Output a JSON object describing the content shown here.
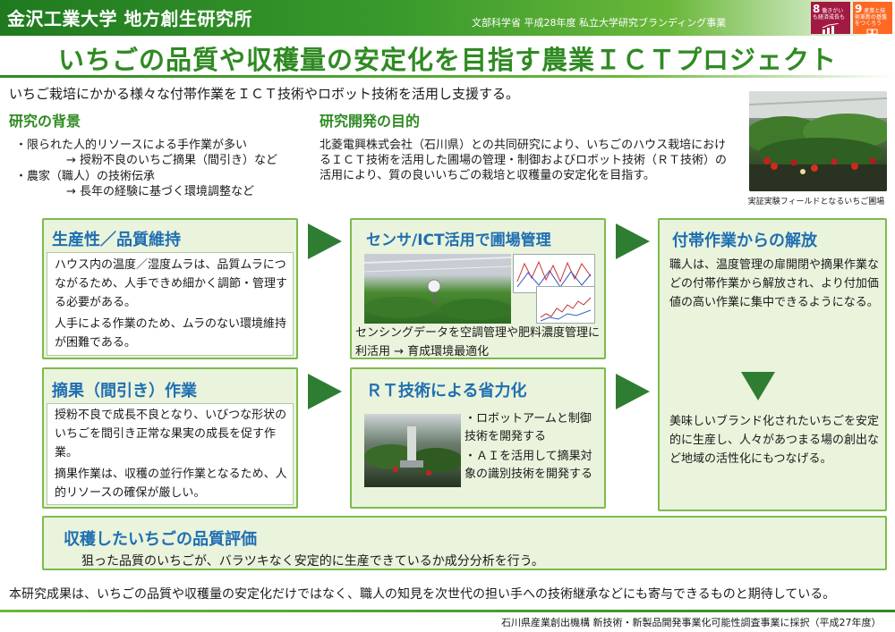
{
  "header": {
    "org_name": "金沢工業大学 地方創生研究所",
    "program": "文部科学省 平成28年度 私立大学研究ブランディング事業",
    "sdg8": {
      "num": "8",
      "text": "働きがいも経済成長も",
      "color": "#a21942"
    },
    "sdg9": {
      "num": "9",
      "text": "産業と技術革新の基盤をつくろう",
      "color": "#fd6925"
    }
  },
  "title": "いちごの品質や収穫量の安定化を目指す農業ＩＣＴプロジェクト",
  "intro": "いちご栽培にかかる様々な付帯作業をＩＣＴ技術やロボット技術を活用し支援する。",
  "background": {
    "heading": "研究の背景",
    "items": [
      {
        "text": "・限られた人的リソースによる手作業が多い",
        "sub": "→ 授粉不良のいちご摘果（間引き）など"
      },
      {
        "text": "・農家（職人）の技術伝承",
        "sub": "→ 長年の経験に基づく環境調整など"
      }
    ]
  },
  "goal": {
    "heading": "研究開発の目的",
    "text": "北菱電興株式会社（石川県）との共同研究により、いちごのハウス栽培におけるＩＣＴ技術を活用した圃場の管理・制御およびロボット技術（ＲＴ技術）の活用により、質の良いいちごの栽培と収穫量の安定化を目指す。"
  },
  "photo_caption": "実証実験フィールドとなるいちご圃場",
  "box_productivity": {
    "heading": "生産性／品質維持",
    "p1": "ハウス内の温度／湿度ムラは、品質ムラにつながるため、人手できめ細かく調節・管理する必要がある。",
    "p2": "人手による作業のため、ムラのない環境維持が困難である。"
  },
  "box_thinning": {
    "heading": "摘果（間引き）作業",
    "p1": "授粉不良で成長不良となり、いびつな形状のいちごを間引き正常な果実の成長を促す作業。",
    "p2": "摘果作業は、収穫の並行作業となるため、人的リソースの確保が厳しい。"
  },
  "box_sensor": {
    "heading": "センサ/ICT活用で圃場管理",
    "text": "センシングデータを空調管理や肥料濃度管理に利活用 → 育成環境最適化"
  },
  "box_rt": {
    "heading": "ＲＴ技術による省力化",
    "items": [
      "・ロボットアームと制御技術を開発する",
      "・ＡＩを活用して摘果対象の識別技術を開発する"
    ]
  },
  "box_release": {
    "heading": "付帯作業からの解放",
    "p1": "職人は、温度管理の扉開閉や摘果作業などの付帯作業から解放され、より付加価値の高い作業に集中できるようになる。",
    "p2": "美味しいブランド化されたいちごを安定的に生産し、人々があつまる場の創出など地域の活性化にもつなげる。"
  },
  "box_eval": {
    "heading": "収穫したいちごの品質評価",
    "text": "狙った品質のいちごが、バラツキなく安定的に生産できているか成分分析を行う。"
  },
  "footer": {
    "summary": "本研究成果は、いちごの品質や収穫量の安定化だけではなく、職人の知見を次世代の担い手への技術継承などにも寄与できるものと期待している。",
    "grant": "石川県産業創出機構 新技術・新製品開発事業化可能性調査事業に採択（平成27年度）"
  }
}
